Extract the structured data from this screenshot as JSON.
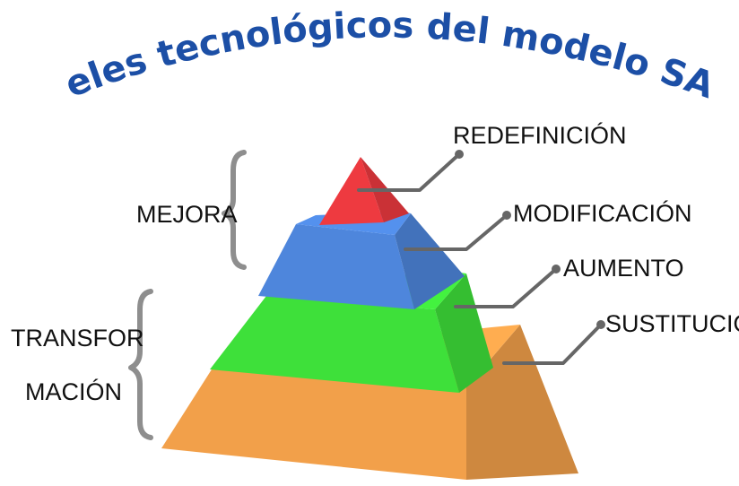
{
  "title": "Niveles tecnológicos del modelo SAMR",
  "colors": {
    "title": "#1C4FA6",
    "redefinicion": "#EE3A40",
    "modificacion": "#4E86DC",
    "aumento": "#3EE03A",
    "sustitucion": "#F2A04A",
    "connector": "#666666",
    "brace": "#8E8E8E"
  },
  "levels": [
    {
      "id": "redefinicion",
      "label": "REDEFINICIÓN"
    },
    {
      "id": "modificacion",
      "label": "MODIFICACIÓN"
    },
    {
      "id": "aumento",
      "label": "AUMENTO"
    },
    {
      "id": "sustitucion",
      "label": "SUSTITUCIÓN"
    }
  ],
  "groups": {
    "mejora": {
      "label": "MEJORA"
    },
    "transformacion": {
      "line1": "TRANSFOR",
      "line2": "MACIÓN"
    }
  }
}
